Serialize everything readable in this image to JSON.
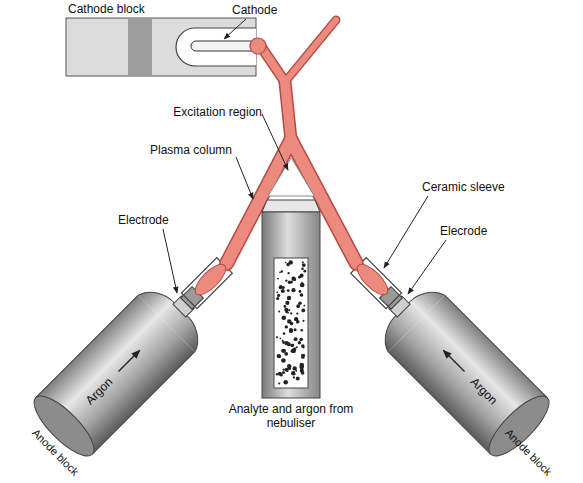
{
  "diagram": {
    "nodes": [
      {
        "text": [
          "Cathode block"
        ]
      }
    ],
    "labels": [
      "Cathode",
      "Excitation region",
      "Plasma column",
      "Ceramic sleeve",
      "Electrode",
      "Elecrode",
      "Argon",
      "Argon",
      "Anode block",
      "Anode block",
      "Analyte and argon from nebuliser"
    ]
  }
}
